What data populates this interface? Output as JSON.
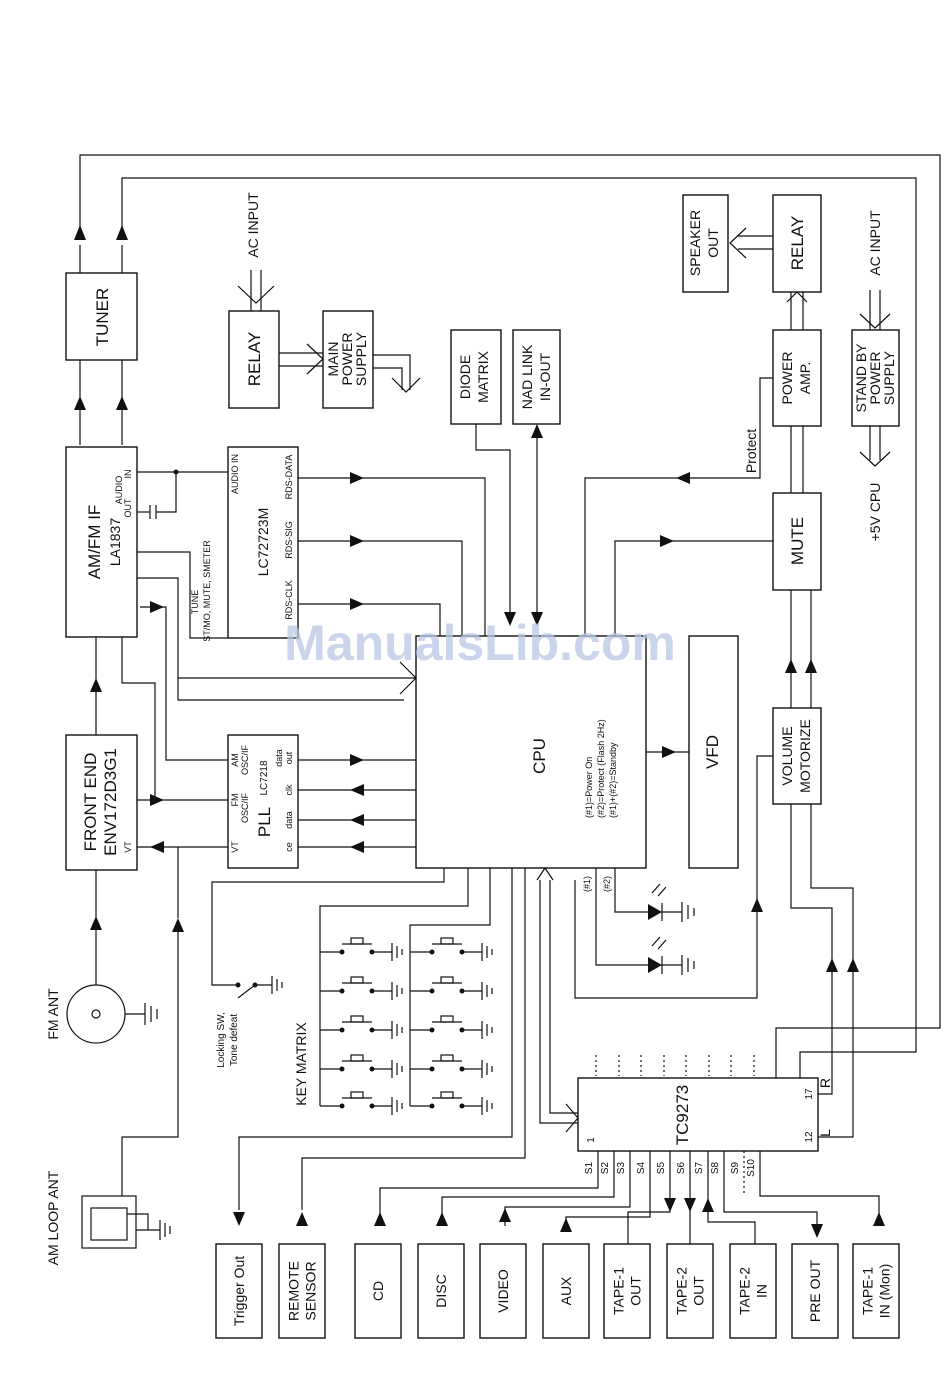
{
  "watermark": "ManualsLib.com",
  "blocks": {
    "tuner": "TUNER",
    "amfm_if": [
      "AM/FM IF",
      "LA1837"
    ],
    "audio_out": [
      "AUDIO",
      "OUT"
    ],
    "audio_in_short": "IN",
    "front_end": [
      "FRONT END",
      "ENV172D3G1"
    ],
    "vt": "VT",
    "fm_ant": "FM ANT",
    "am_loop_ant": "AM LOOP ANT",
    "relay_main": "RELAY",
    "main_power": [
      "MAIN",
      "POWER",
      "SUPPLY"
    ],
    "ac_input_1": "AC INPUT",
    "ac_input_2": "AC INPUT",
    "diode_matrix": [
      "DIODE",
      "MATRIX"
    ],
    "nad_link": [
      "NAD LINK",
      "IN-OUT"
    ],
    "speaker_out": [
      "SPEAKER",
      "OUT"
    ],
    "relay_spk": "RELAY",
    "power_amp": [
      "POWER",
      "AMP."
    ],
    "stand_by": [
      "STAND BY",
      "POWER",
      "SUPPLY"
    ],
    "plus5v": "+5V CPU",
    "protect": "Protect",
    "mute": "MUTE",
    "volume": [
      "VOLUME",
      "MOTORIZE"
    ],
    "vfd": "VFD",
    "cpu": "CPU",
    "lc72723m": "LC72723M",
    "lc_pins": [
      "AUDIO IN",
      "RDS-DATA",
      "RDS-SIG",
      "RDS-CLK"
    ],
    "tune_label": [
      "TUNE",
      "ST/MO, MUTE, SMETER"
    ],
    "pll": [
      "PLL",
      "LC7218"
    ],
    "pll_pins": [
      "AM",
      "OSC/IF",
      "FM",
      "OSC/IF",
      "VT",
      "data",
      "out",
      "clk",
      "data",
      "ce"
    ],
    "led_notes": [
      "(#1)=Power On",
      "(#2)=Protect (Flash 2Hz)",
      "(#1)+(#2)=Standby"
    ],
    "led_tags": [
      "(#1)",
      "(#2)"
    ],
    "locking_sw": [
      "Locking SW,",
      "Tone defeat"
    ],
    "key_matrix": "KEY MATRIX",
    "tc9273": "TC9273",
    "tc_pins": [
      "1",
      "17",
      "12",
      "R",
      "L"
    ],
    "s_pins": [
      "S1",
      "S2",
      "S3",
      "S4",
      "S5",
      "S6",
      "S7",
      "S8",
      "S9",
      "S10"
    ]
  },
  "outputs": [
    {
      "lines": [
        "Trigger Out"
      ]
    },
    {
      "lines": [
        "REMOTE",
        "SENSOR"
      ]
    },
    {
      "lines": [
        "CD"
      ]
    },
    {
      "lines": [
        "DISC"
      ]
    },
    {
      "lines": [
        "VIDEO"
      ]
    },
    {
      "lines": [
        "AUX"
      ]
    },
    {
      "lines": [
        "TAPE-1",
        "OUT"
      ]
    },
    {
      "lines": [
        "TAPE-2",
        "OUT"
      ]
    },
    {
      "lines": [
        "TAPE-2",
        "IN"
      ]
    },
    {
      "lines": [
        "PRE OUT"
      ]
    },
    {
      "lines": [
        "TAPE-1",
        "IN (Mon)"
      ]
    }
  ]
}
